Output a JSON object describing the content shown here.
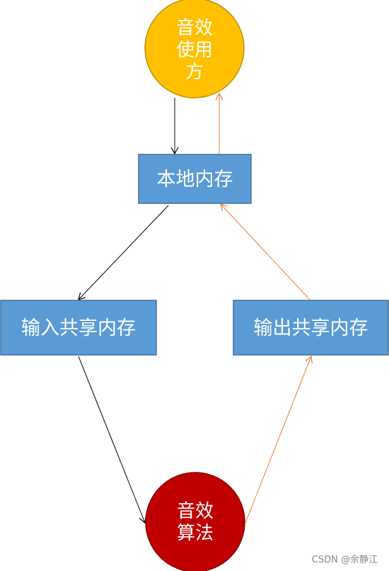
{
  "nodes": {
    "user": {
      "lines": [
        "音效",
        "使用",
        "方"
      ]
    },
    "local_memory": {
      "label": "本地内存"
    },
    "input_shm": {
      "label": "输入共享内存"
    },
    "output_shm": {
      "label": "输出共享内存"
    },
    "algorithm": {
      "lines": [
        "音效",
        "算法"
      ]
    }
  },
  "colors": {
    "user_fill": "#FFC000",
    "user_stroke": "#BF9000",
    "box_fill": "#5B9BD5",
    "box_stroke": "#41719C",
    "algorithm_fill": "#C00000",
    "algorithm_stroke": "#8B0000",
    "arrow_black": "#000000",
    "arrow_orange": "#ED7D31"
  },
  "watermark": "CSDN @余静江"
}
